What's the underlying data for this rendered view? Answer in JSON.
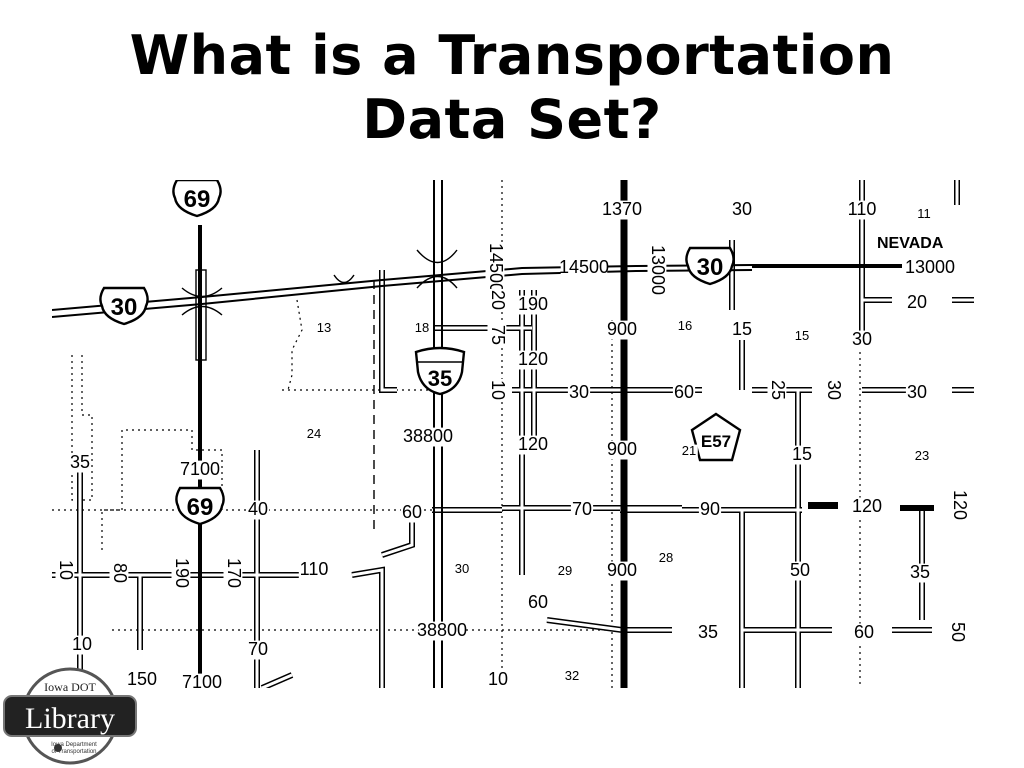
{
  "slide": {
    "title_line1": "What is a Transportation",
    "title_line2": "Data Set?"
  },
  "logo": {
    "top_text": "Iowa DOT",
    "main_text": "Library",
    "bottom_text_1": "Iowa Department",
    "bottom_text_2": "of Transportation"
  },
  "map": {
    "city": "NEVADA",
    "route_shields": {
      "us69_top": "69",
      "us69_mid": "69",
      "us30_west": "30",
      "us30_east": "30",
      "i35": "35",
      "e57": "E57"
    },
    "traffic_volumes": [
      "14500",
      "14500",
      "13000",
      "13000",
      "1370",
      "30",
      "110",
      "20",
      "20",
      "13",
      "18",
      "75",
      "190",
      "900",
      "16",
      "15",
      "15",
      "30",
      "120",
      "10",
      "30",
      "60",
      "25",
      "30",
      "30",
      "24",
      "38800",
      "120",
      "900",
      "21",
      "15",
      "23",
      "35",
      "7100",
      "40",
      "60",
      "70",
      "90",
      "120",
      "120",
      "80",
      "190",
      "170",
      "110",
      "30",
      "29",
      "900",
      "28",
      "50",
      "35",
      "60",
      "38800",
      "35",
      "60",
      "50",
      "10",
      "70",
      "150",
      "7100",
      "10",
      "32",
      "10",
      "11"
    ]
  }
}
